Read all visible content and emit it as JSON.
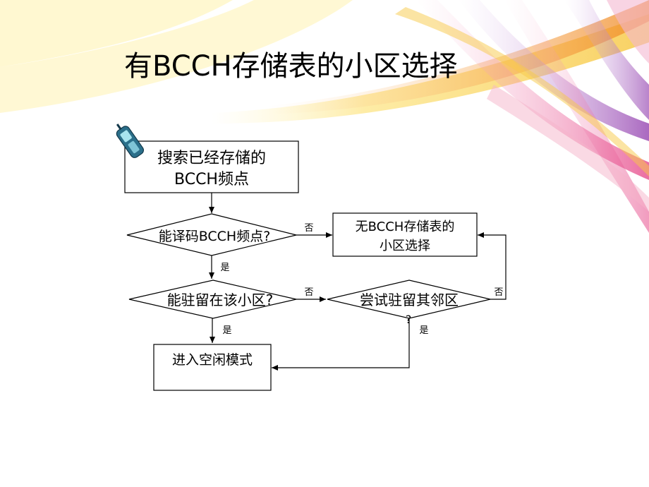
{
  "slide": {
    "title": "有BCCH存储表的小区选择"
  },
  "flowchart": {
    "search_box": {
      "line1": "搜索已经存储的",
      "line2": "BCCH频点"
    },
    "decode_decision": "能译码BCCH频点?",
    "no_bcch_box": {
      "line1": "无BCCH存储表的",
      "line2": "小区选择"
    },
    "camp_decision": "能驻留在该小区?",
    "neighbor_decision": "尝试驻留其邻区",
    "neighbor_q": "?",
    "idle_box": "进入空闲模式",
    "labels": {
      "no_decode": "否",
      "yes_decode": "是",
      "no_camp": "否",
      "yes_camp": "是",
      "no_neighbor": "否",
      "yes_neighbor": "是"
    }
  },
  "icons": {
    "phone": "mobile-phone-icon"
  },
  "colors": {
    "stroke": "#000000",
    "swirl_yellow": "#f7c948",
    "swirl_orange": "#f08a24",
    "swirl_pink": "#e64a8a",
    "swirl_purple": "#9b4fb5"
  }
}
